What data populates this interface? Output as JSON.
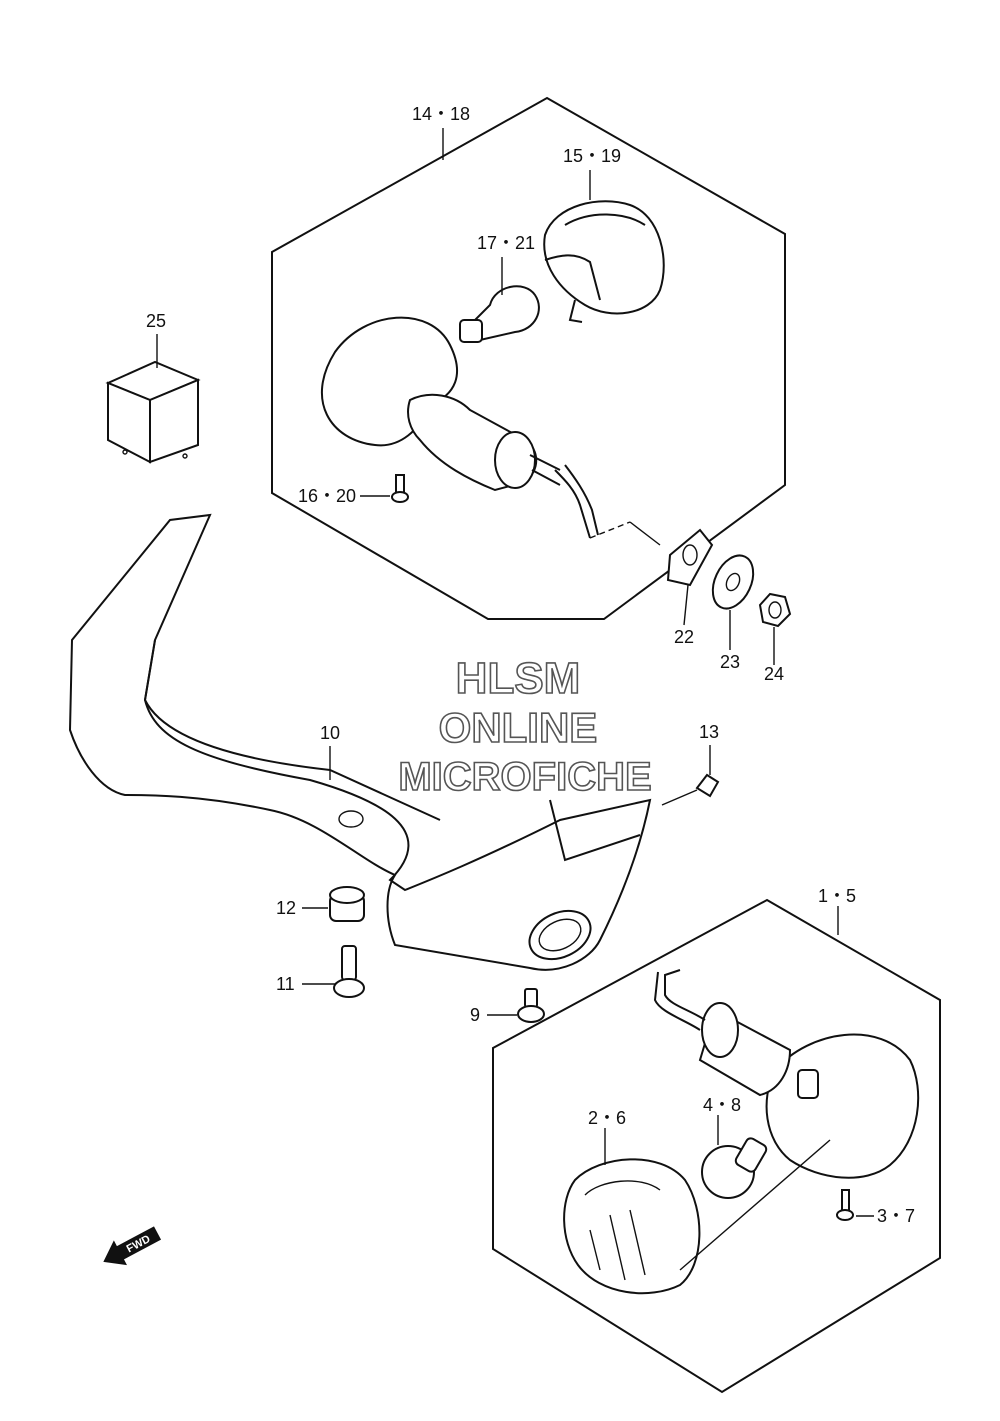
{
  "labels": {
    "p14_18": "14・18",
    "p15_19": "15・19",
    "p17_21": "17・21",
    "p25": "25",
    "p16_20": "16・20",
    "p22": "22",
    "p23": "23",
    "p24": "24",
    "p10": "10",
    "p13": "13",
    "p12": "12",
    "p11": "11",
    "p9": "9",
    "p1_5": "1・5",
    "p2_6": "2・6",
    "p4_8": "4・8",
    "p3_7": "3・7"
  },
  "watermark": {
    "line1": "HLSM",
    "line2": "ONLINE",
    "line3": "MICROFICHE"
  },
  "direction_badge": "FWD"
}
